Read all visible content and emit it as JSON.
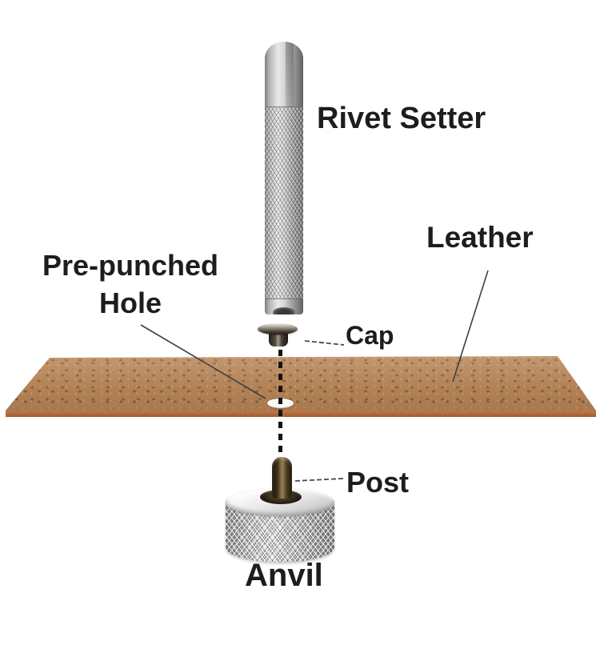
{
  "diagram": {
    "labels": {
      "rivet_setter": "Rivet Setter",
      "leather": "Leather",
      "pre_punched_hole": "Pre-punched Hole",
      "cap": "Cap",
      "post": "Post",
      "anvil": "Anvil"
    },
    "colors": {
      "background": "#ffffff",
      "label_text": "#1d1d1b",
      "leather_base": "#b9875a",
      "leather_edge_top": "#c07a48",
      "leather_edge_bottom": "#9e5c32",
      "metal_light": "#e9e9e9",
      "anvil_light": "#e8e8e8",
      "anvil_mid": "#c2c2c2",
      "cap_dark": "#241f18",
      "cap_highlight": "#a39a8c",
      "post_dark": "#1a130a",
      "post_bronze": "#94815b",
      "hole_white": "#fbfbfb",
      "dash_black": "#141414",
      "pointer_line": "#3f3f3f"
    }
  }
}
